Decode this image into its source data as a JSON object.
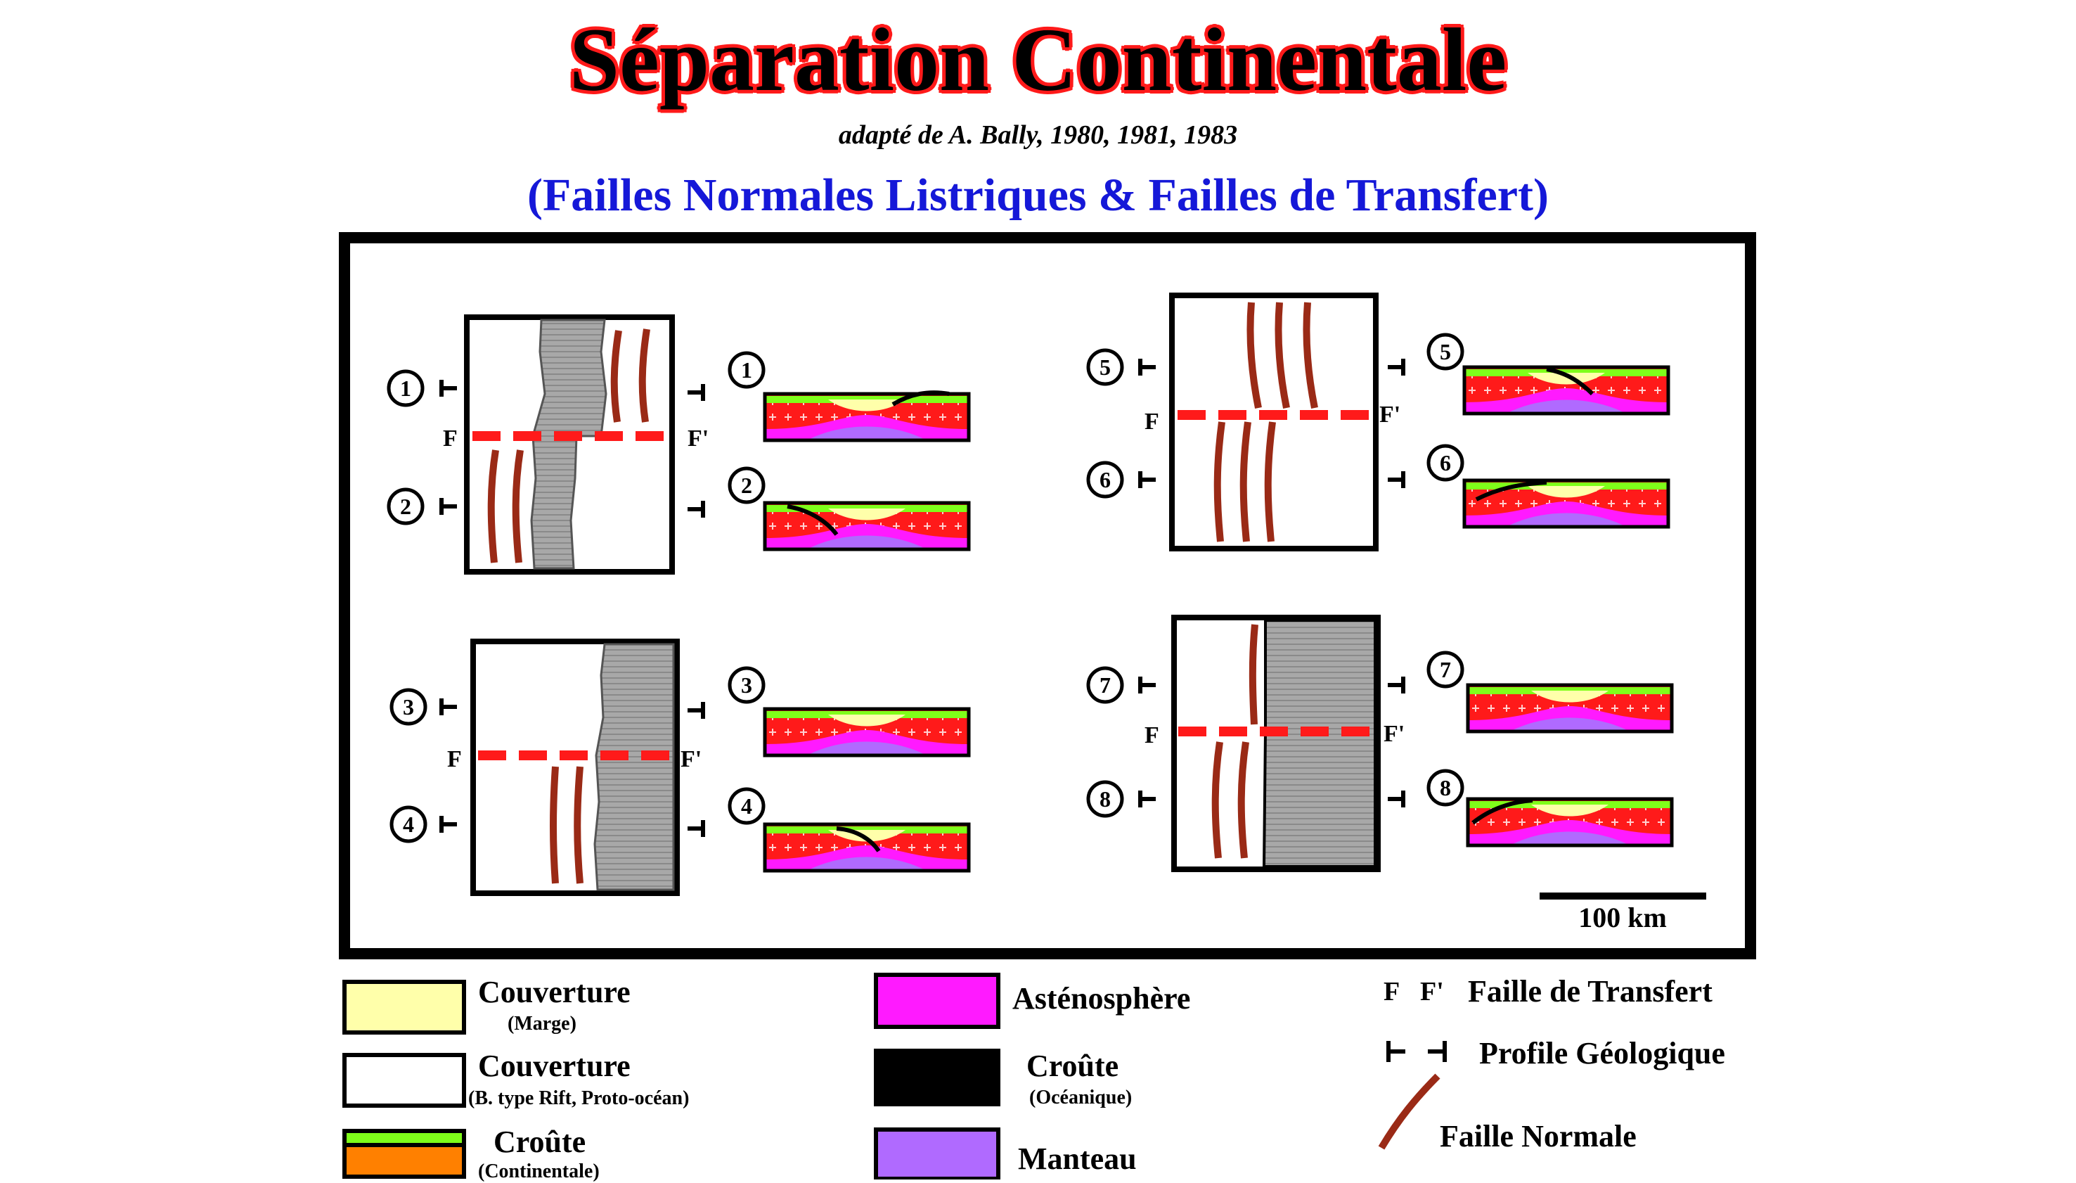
{
  "title": "Séparation Continentale",
  "credit": "adapté de A. Bally, 1980, 1981, 1983",
  "subtitle": "(Failles Normales Listriques & Failles de Transfert)",
  "map_labels": {
    "fault_left": "F",
    "fault_right": "F'"
  },
  "profile_numbers": [
    "1",
    "2",
    "3",
    "4",
    "5",
    "6",
    "7",
    "8"
  ],
  "scale_bar": {
    "label": "100 km"
  },
  "legend": {
    "couverture_marge": {
      "label": "Couverture",
      "sub": "(Marge)",
      "color": "#ffffaa"
    },
    "couverture_rift": {
      "label": "Couverture",
      "sub": "(B. type Rift, Proto-océan)",
      "color": "#ffffff"
    },
    "croute_continentale": {
      "label": "Croûte",
      "sub": "(Continentale)",
      "color_top": "#7fff1a",
      "color_bottom": "#ff8000"
    },
    "asthenosphere": {
      "label": "Asténosphère",
      "color": "#ff1aff"
    },
    "croute_oceanique": {
      "label": "Croûte",
      "sub": "(Océanique)",
      "color": "#000000"
    },
    "manteau": {
      "label": "Manteau",
      "color": "#b06aff"
    },
    "faille_transfert": {
      "symbol_left": "F",
      "symbol_right": "F'",
      "label": "Faille de Transfert"
    },
    "profile_geo": {
      "label": "Profile Géologique"
    },
    "faille_normale": {
      "label": "Faille Normale",
      "color": "#9a2a16"
    }
  },
  "colors": {
    "fault_red": "#ff1a1a",
    "normal_fault": "#9a2a16",
    "ocean_gray": "#a8a8a8",
    "crust_red": "#ff1a1a",
    "asthenosphere": "#ff1aff",
    "mantle": "#b06aff",
    "cover_yellow": "#ffffaa",
    "crust_green": "#7fff1a",
    "sea_blue": "#cfefff"
  }
}
